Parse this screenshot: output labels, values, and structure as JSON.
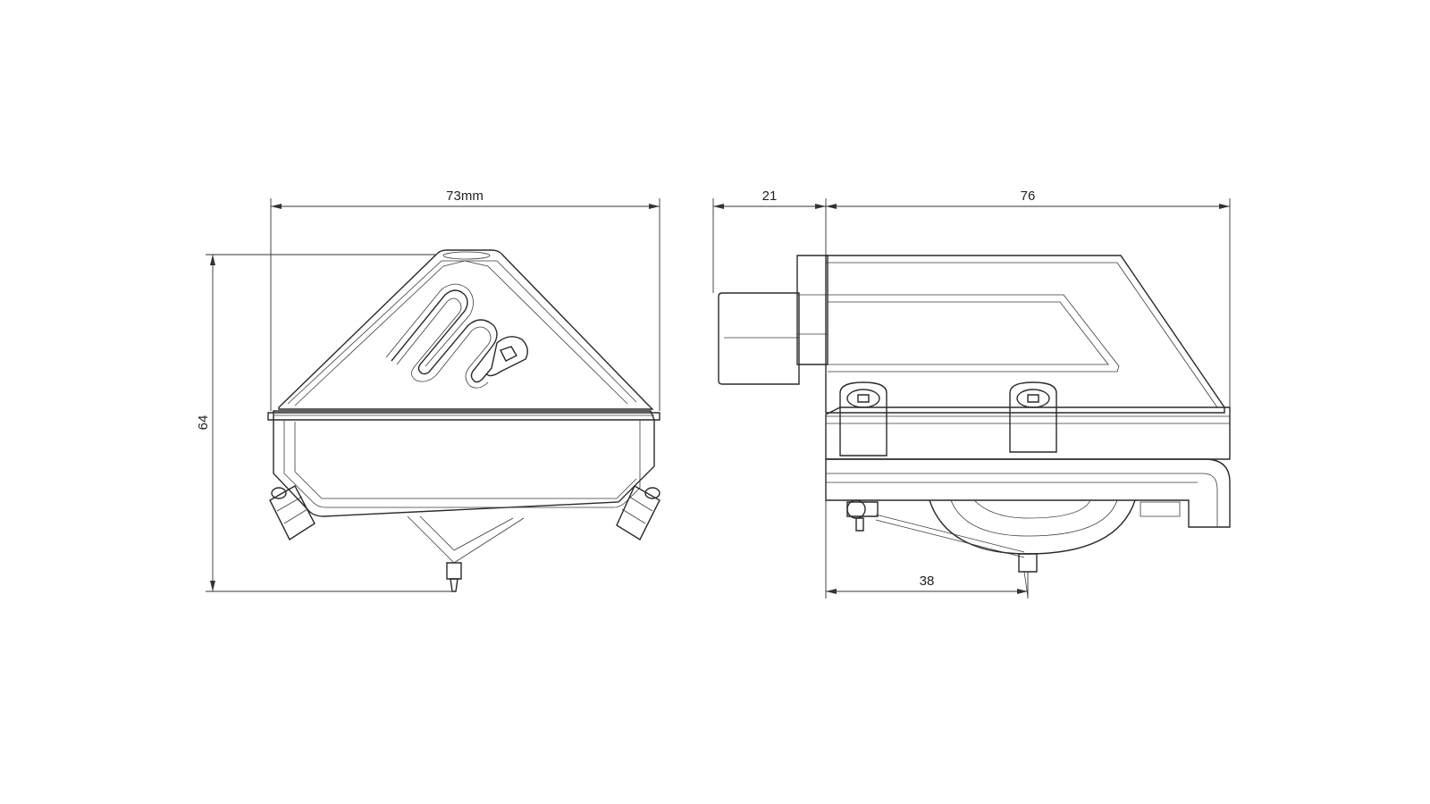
{
  "dimensions": {
    "front_width": "73mm",
    "front_height": "64",
    "side_plug_length": "21",
    "side_body_length": "76",
    "side_tip_offset": "38"
  },
  "colors": {
    "line": "#2a2a2a",
    "background": "#ffffff"
  }
}
